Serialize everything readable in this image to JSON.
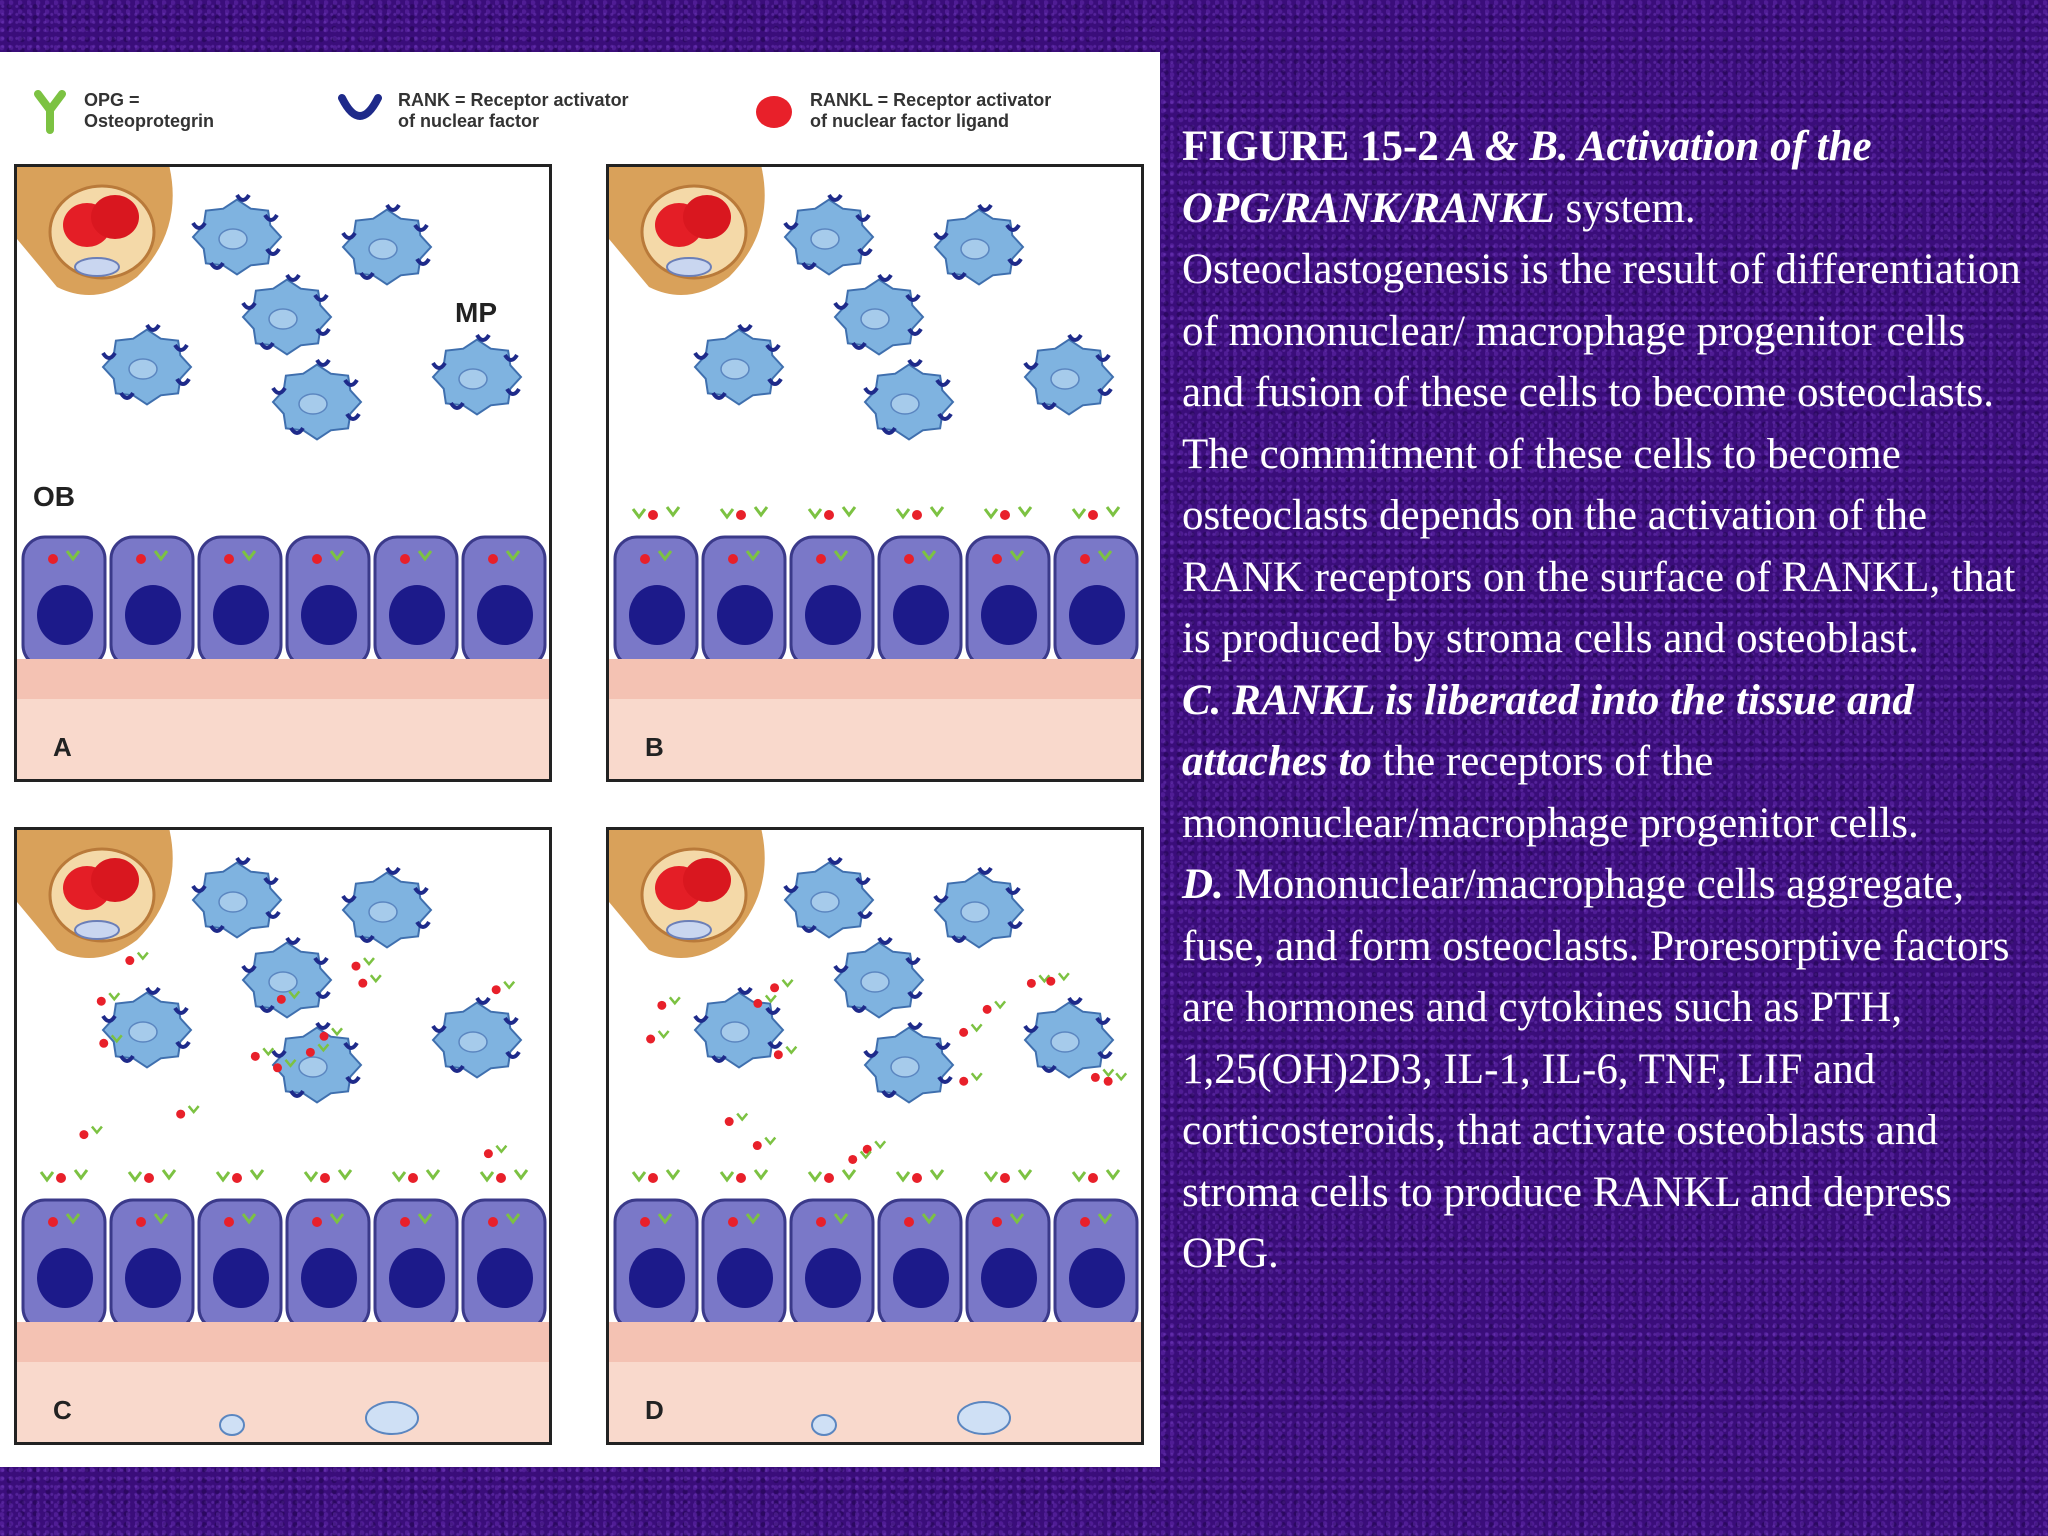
{
  "legend": [
    {
      "icon": "opg-y-icon",
      "text": "OPG =\nOsteoprotegrin"
    },
    {
      "icon": "rank-receptor-icon",
      "text": "RANK = Receptor activator\nof nuclear factor"
    },
    {
      "icon": "rankl-ligand-icon",
      "text": "RANKL = Receptor activator\nof nuclear factor ligand"
    }
  ],
  "panels": {
    "a": {
      "label": "A",
      "mp": "MP",
      "ob": "OB"
    },
    "b": {
      "label": "B"
    },
    "c": {
      "label": "C"
    },
    "d": {
      "label": "D"
    }
  },
  "colors": {
    "background": "#3a0d7a",
    "cell_blue": "#7fb3e0",
    "osteoblast": "#7a78c8",
    "nucleus": "#1c1a8a",
    "rankl": "#e8202a",
    "opg": "#7cc242",
    "bone": "#f9d9cc"
  },
  "caption": {
    "p1_bold": "FIGURE 15-2",
    "p1_bi1": " A & B. Activation of the OPG/RANK/RANKL",
    "p1_rest": " system. Osteoclastogenesis is the result of differentiation of mononuclear/ macrophage progenitor cells and fusion of these cells to become osteoclasts. The commitment of these cells to become osteoclasts depends on the activation of the RANK receptors on the surface of RANKL, that is produced by stroma cells and osteoblast.",
    "p2_bi": "C. RANKL is liberated into the tissue and attaches to",
    "p2_rest": " the receptors of the mononuclear/macrophage progenitor cells.",
    "p3_bi": " D.",
    "p3_rest": " Mononuclear/macrophage cells aggregate, fuse, and form osteoclasts. Proresorptive factors are hormones and cytokines such as PTH, 1,25(OH)2D3, IL-1, IL-6, TNF, LIF and corticosteroids, that activate osteoblasts and stroma cells to produce RANKL and depress OPG."
  }
}
